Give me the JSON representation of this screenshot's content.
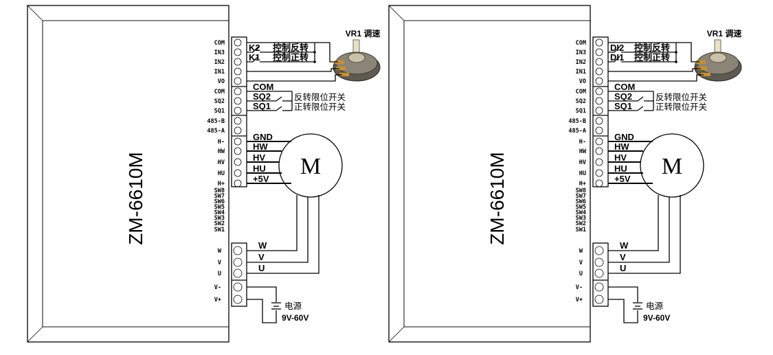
{
  "panels": [
    {
      "model": "ZM-6610M",
      "vr_label": "VR1 调速",
      "top_pins": [
        "COM",
        "IN3",
        "IN2",
        "IN1",
        "VO",
        "COM",
        "SQ2",
        "SQ1",
        "485-B",
        "485-A",
        "H-",
        "HW",
        "HV",
        "HU",
        "H+"
      ],
      "sw_pins": [
        "SW8",
        "SW7",
        "SW6",
        "SW5",
        "SW4",
        "SW3",
        "SW2",
        "SW1"
      ],
      "bottom_pins": [
        "W",
        "V",
        "U",
        "V-",
        "V+"
      ],
      "switch_a_tag": "K2",
      "switch_a_text": "控制反转",
      "switch_b_tag": "K1",
      "switch_b_text": "控制正转",
      "com_label": "COM",
      "sq2_label": "SQ2",
      "sq2_text": "反转限位开关",
      "sq1_label": "SQ1",
      "sq1_text": "正转限位开关",
      "hall_labels": [
        "GND",
        "HW",
        "HV",
        "HU",
        "+5V"
      ],
      "motor_label": "M",
      "phase_labels": [
        "W",
        "V",
        "U"
      ],
      "power_label": "电源",
      "power_range": "9V-60V"
    },
    {
      "model": "ZM-6610M",
      "vr_label": "VR1 调速",
      "top_pins": [
        "COM",
        "IN3",
        "IN2",
        "IN1",
        "VO",
        "COM",
        "SQ2",
        "SQ1",
        "485-B",
        "485-A",
        "H-",
        "HW",
        "HV",
        "HU",
        "H+"
      ],
      "sw_pins": [
        "SW8",
        "SW7",
        "SW6",
        "SW5",
        "SW4",
        "SW3",
        "SW2",
        "SW1"
      ],
      "bottom_pins": [
        "W",
        "V",
        "U",
        "V-",
        "V+"
      ],
      "switch_a_tag": "DI2",
      "switch_a_text": "控制反转",
      "switch_b_tag": "DI1",
      "switch_b_text": "控制正转",
      "com_label": "COM",
      "sq2_label": "SQ2",
      "sq2_text": "反转限位开关",
      "sq1_label": "SQ1",
      "sq1_text": "正转限位开关",
      "hall_labels": [
        "GND",
        "HW",
        "HV",
        "HU",
        "+5V"
      ],
      "motor_label": "M",
      "phase_labels": [
        "W",
        "V",
        "U"
      ],
      "power_label": "电源",
      "power_range": "9V-60V"
    }
  ]
}
